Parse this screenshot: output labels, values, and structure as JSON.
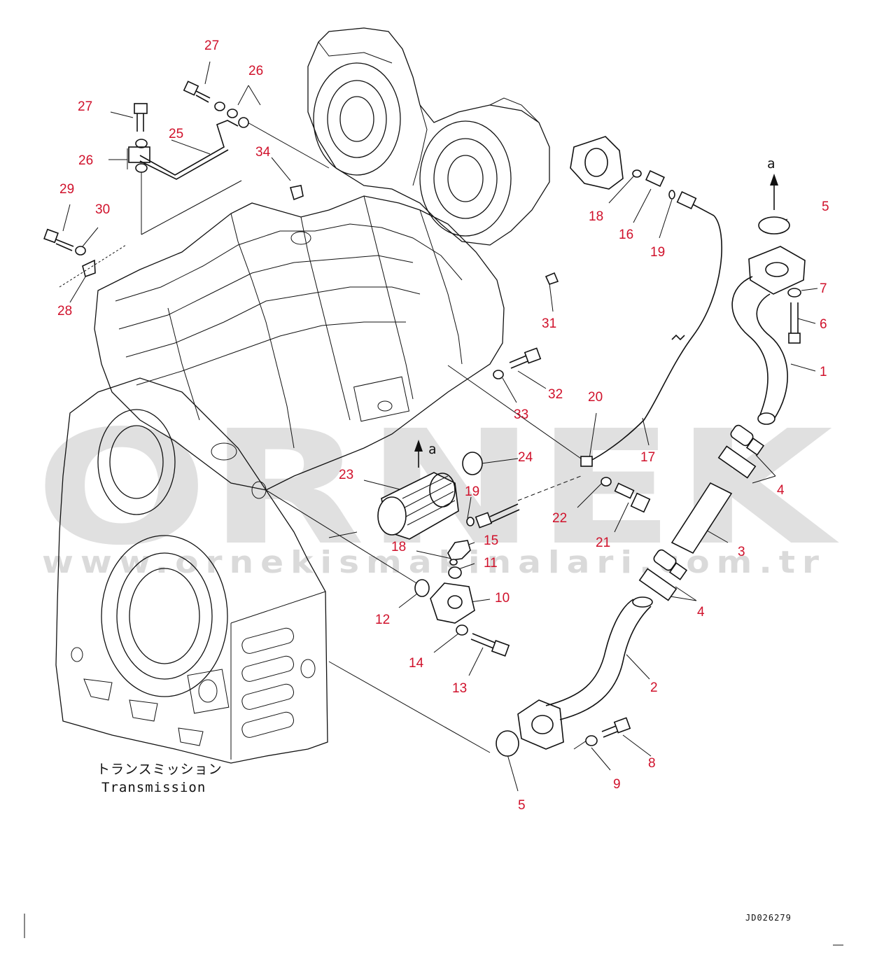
{
  "watermark": {
    "brand": "ORNEK",
    "url": "www.ornekismakinalari.com.tr"
  },
  "caption": {
    "japanese": "トランスミッション",
    "english": "Transmission"
  },
  "drawing_code": "JD026279",
  "view_markers": [
    "a",
    "a"
  ],
  "callouts": [
    {
      "id": "c27a",
      "text": "27"
    },
    {
      "id": "c26a",
      "text": "26"
    },
    {
      "id": "c27b",
      "text": "27"
    },
    {
      "id": "c25",
      "text": "25"
    },
    {
      "id": "c26b",
      "text": "26"
    },
    {
      "id": "c34",
      "text": "34"
    },
    {
      "id": "c29",
      "text": "29"
    },
    {
      "id": "c30",
      "text": "30"
    },
    {
      "id": "c28",
      "text": "28"
    },
    {
      "id": "c18a",
      "text": "18"
    },
    {
      "id": "c16",
      "text": "16"
    },
    {
      "id": "c19a",
      "text": "19"
    },
    {
      "id": "c5a",
      "text": "5"
    },
    {
      "id": "c7",
      "text": "7"
    },
    {
      "id": "c6",
      "text": "6"
    },
    {
      "id": "c1",
      "text": "1"
    },
    {
      "id": "c31",
      "text": "31"
    },
    {
      "id": "c32",
      "text": "32"
    },
    {
      "id": "c33",
      "text": "33"
    },
    {
      "id": "c20",
      "text": "20"
    },
    {
      "id": "c17",
      "text": "17"
    },
    {
      "id": "c4a",
      "text": "4"
    },
    {
      "id": "c24",
      "text": "24"
    },
    {
      "id": "c23",
      "text": "23"
    },
    {
      "id": "c19b",
      "text": "19"
    },
    {
      "id": "c22",
      "text": "22"
    },
    {
      "id": "c21",
      "text": "21"
    },
    {
      "id": "c3",
      "text": "3"
    },
    {
      "id": "c15",
      "text": "15"
    },
    {
      "id": "c18b",
      "text": "18"
    },
    {
      "id": "c11",
      "text": "11"
    },
    {
      "id": "c10",
      "text": "10"
    },
    {
      "id": "c4b",
      "text": "4"
    },
    {
      "id": "c12",
      "text": "12"
    },
    {
      "id": "c14",
      "text": "14"
    },
    {
      "id": "c13",
      "text": "13"
    },
    {
      "id": "c2",
      "text": "2"
    },
    {
      "id": "c8",
      "text": "8"
    },
    {
      "id": "c9",
      "text": "9"
    },
    {
      "id": "c5b",
      "text": "5"
    }
  ]
}
